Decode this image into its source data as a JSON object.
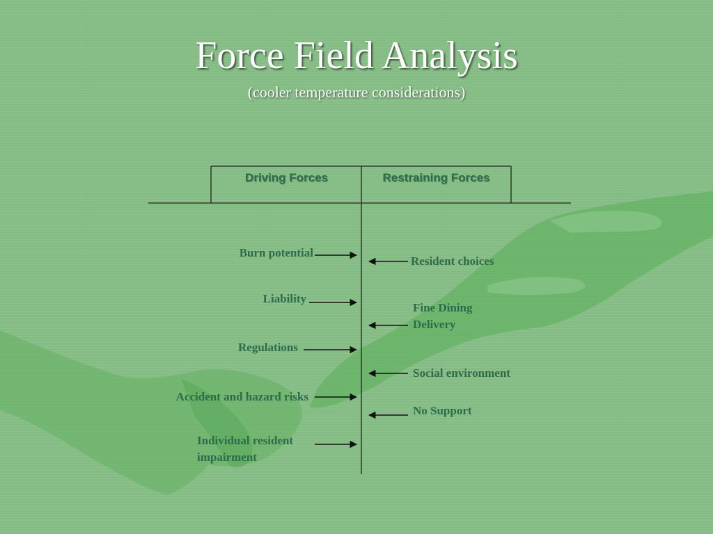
{
  "slide": {
    "title": "Force Field Analysis",
    "subtitle": "(cooler temperature considerations)"
  },
  "table": {
    "driving_header": "Driving Forces",
    "restraining_header": "Restraining Forces"
  },
  "driving_forces": [
    "Burn potential",
    "Liability",
    "Regulations",
    "Accident and hazard risks",
    "Individual resident impairment"
  ],
  "restraining_forces": [
    "Resident choices",
    "Fine Dining Delivery",
    "Social environment",
    "No Support"
  ],
  "colors": {
    "background": "#84bc84",
    "hands": "#5fae5f",
    "text": "#2d6b4a",
    "header_text": "#2a6f48",
    "lines": "#1c2a1c"
  }
}
